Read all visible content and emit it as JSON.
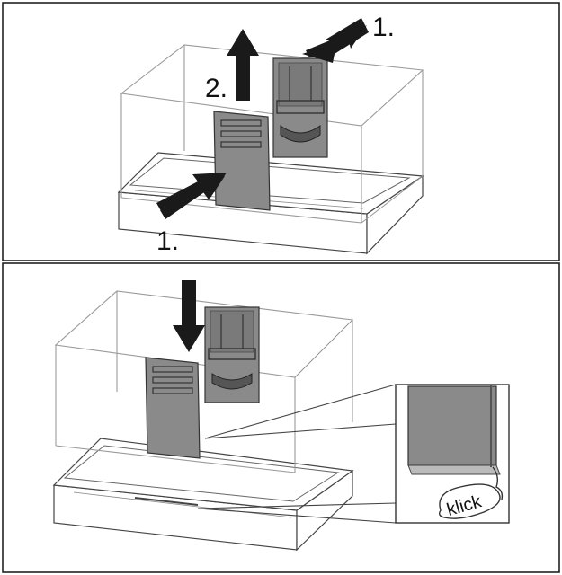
{
  "panel_top": {
    "step_1_right": "1.",
    "step_2": "2.",
    "step_1_left": "1."
  },
  "panel_bottom": {
    "callout_text": "klick"
  },
  "colors": {
    "panel_fill": "#8a8a8a",
    "panel_dark": "#5e5e5e",
    "outline": "#333333",
    "arrow": "#1a1a1a",
    "glass": "#9a9a9a"
  }
}
